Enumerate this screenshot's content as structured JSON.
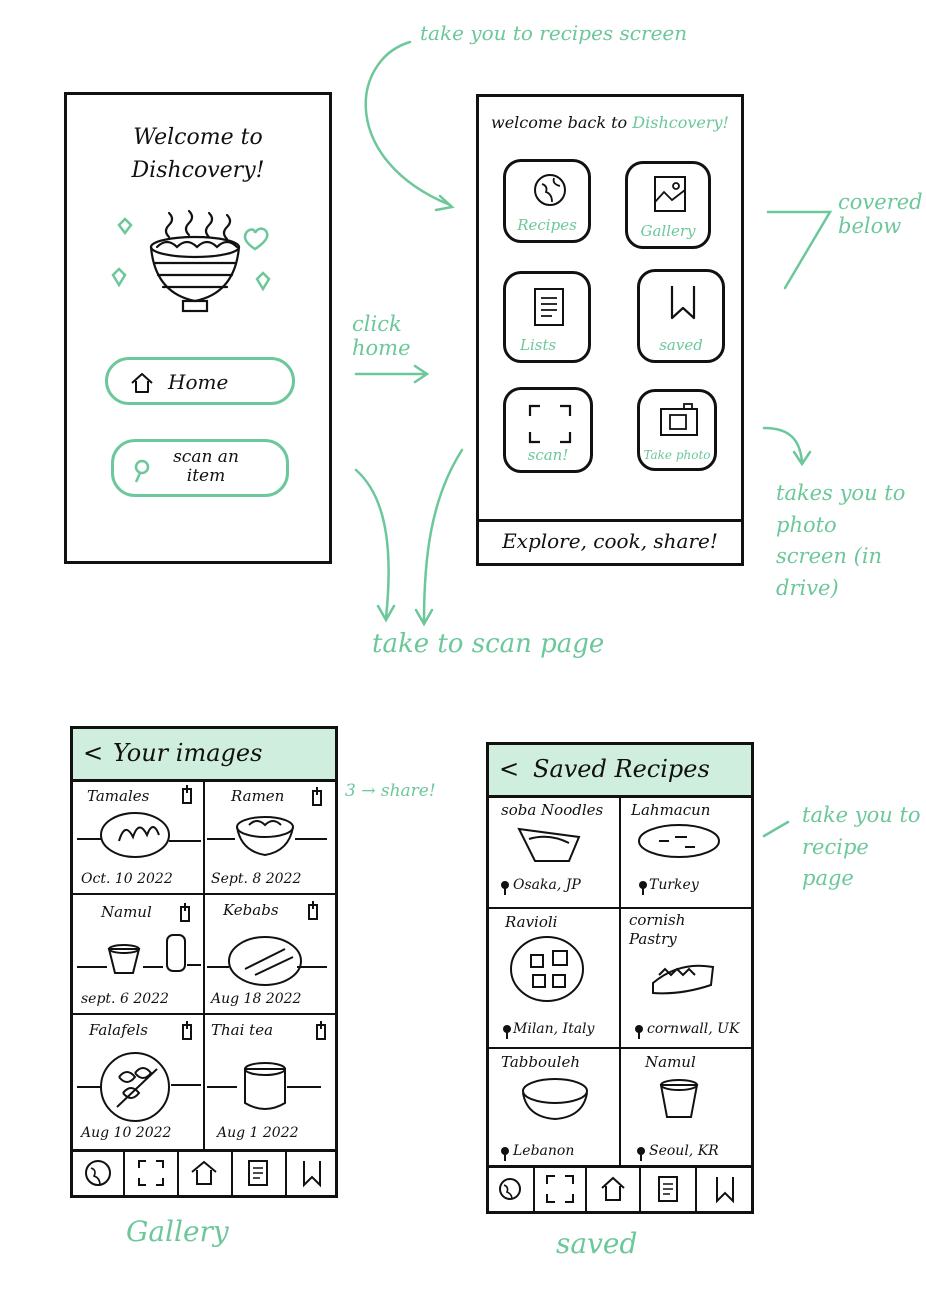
{
  "colors": {
    "accent": "#6cc79a",
    "header_bg": "#cfeedd",
    "ink": "#111111"
  },
  "annotations": {
    "recipes_screen": "take you to recipes screen",
    "covered_below": "covered below",
    "click_home": "click home",
    "photo_screen": "takes you to photo screen (in drive)",
    "scan_page": "take to scan page",
    "share": "3 → share!",
    "recipe_page": "take you to recipe page",
    "gallery_caption": "Gallery",
    "saved_caption": "saved"
  },
  "welcome_screen": {
    "title": "Welcome to Dishcovery!",
    "buttons": [
      {
        "label": "Home",
        "icon": "home-icon"
      },
      {
        "label": "scan an item",
        "icon": "search-icon"
      }
    ]
  },
  "home_screen": {
    "title_prefix": "welcome back to",
    "title_brand": "Dishcovery!",
    "tiles": [
      {
        "label": "Recipes",
        "icon": "globe-icon"
      },
      {
        "label": "Gallery",
        "icon": "image-icon"
      },
      {
        "label": "Lists",
        "icon": "list-icon"
      },
      {
        "label": "saved",
        "icon": "bookmark-icon"
      },
      {
        "label": "scan!",
        "icon": "scan-icon"
      },
      {
        "label": "Take photo",
        "icon": "camera-icon"
      }
    ],
    "footer": "Explore, cook, share!"
  },
  "gallery_screen": {
    "header": "Your images",
    "back_icon": "back-chevron-icon",
    "items": [
      {
        "title": "Tamales",
        "date": "Oct. 10 2022"
      },
      {
        "title": "Ramen",
        "date": "Sept. 8 2022"
      },
      {
        "title": "Namul",
        "date": "sept. 6 2022"
      },
      {
        "title": "Kebabs",
        "date": "Aug 18 2022"
      },
      {
        "title": "Falafels",
        "date": "Aug 10 2022"
      },
      {
        "title": "Thai tea",
        "date": "Aug 1 2022"
      }
    ],
    "nav": [
      "globe-icon",
      "scan-icon",
      "home-icon",
      "list-icon",
      "bookmark-icon"
    ]
  },
  "saved_screen": {
    "header": "Saved Recipes",
    "back_icon": "back-chevron-icon",
    "items": [
      {
        "title": "soba Noodles",
        "location": "Osaka, JP"
      },
      {
        "title": "Lahmacun",
        "location": "Turkey"
      },
      {
        "title": "Ravioli",
        "location": "Milan, Italy"
      },
      {
        "title": "cornish Pastry",
        "location": "cornwall, UK"
      },
      {
        "title": "Tabbouleh",
        "location": "Lebanon"
      },
      {
        "title": "Namul",
        "location": "Seoul, KR"
      }
    ],
    "nav": [
      "globe-icon",
      "scan-icon",
      "home-icon",
      "list-icon",
      "bookmark-icon"
    ]
  }
}
